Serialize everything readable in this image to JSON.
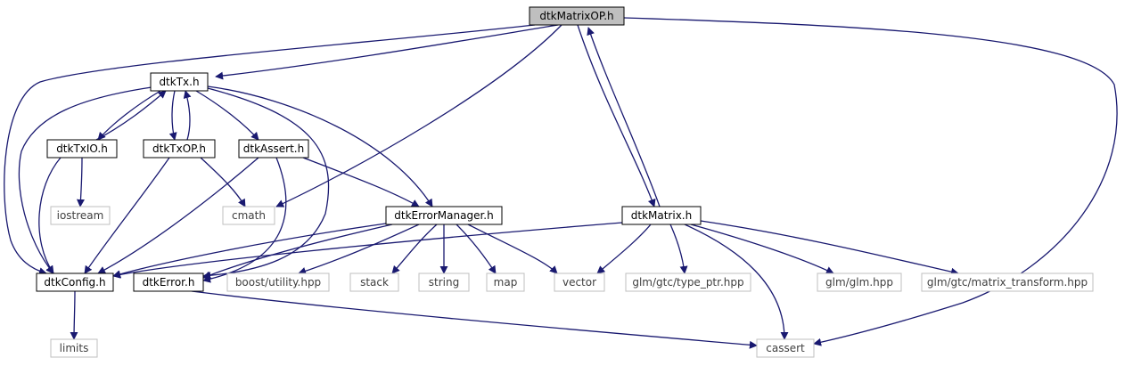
{
  "diagram": {
    "type": "include-dependency-graph",
    "colors": {
      "edge": "#191970",
      "focus_fill": "#bfbfbf",
      "local_border": "#000000",
      "external_border": "#bfbfbf",
      "local_text": "#000000",
      "external_text": "#404040",
      "background": "#ffffff"
    },
    "nodes": [
      {
        "id": "dtkMatrixOP",
        "label": "dtkMatrixOP.h",
        "kind": "focus"
      },
      {
        "id": "dtkTx",
        "label": "dtkTx.h",
        "kind": "local"
      },
      {
        "id": "dtkTxIO",
        "label": "dtkTxIO.h",
        "kind": "local"
      },
      {
        "id": "dtkTxOP",
        "label": "dtkTxOP.h",
        "kind": "local"
      },
      {
        "id": "dtkAssert",
        "label": "dtkAssert.h",
        "kind": "local"
      },
      {
        "id": "dtkErrorManager",
        "label": "dtkErrorManager.h",
        "kind": "local"
      },
      {
        "id": "dtkMatrix",
        "label": "dtkMatrix.h",
        "kind": "local"
      },
      {
        "id": "dtkConfig",
        "label": "dtkConfig.h",
        "kind": "local"
      },
      {
        "id": "dtkError",
        "label": "dtkError.h",
        "kind": "local"
      },
      {
        "id": "iostream",
        "label": "iostream",
        "kind": "external"
      },
      {
        "id": "cmath",
        "label": "cmath",
        "kind": "external"
      },
      {
        "id": "boost_utility",
        "label": "boost/utility.hpp",
        "kind": "external"
      },
      {
        "id": "stack",
        "label": "stack",
        "kind": "external"
      },
      {
        "id": "string",
        "label": "string",
        "kind": "external"
      },
      {
        "id": "map",
        "label": "map",
        "kind": "external"
      },
      {
        "id": "vector",
        "label": "vector",
        "kind": "external"
      },
      {
        "id": "glm_type_ptr",
        "label": "glm/gtc/type_ptr.hpp",
        "kind": "external"
      },
      {
        "id": "glm_glm",
        "label": "glm/glm.hpp",
        "kind": "external"
      },
      {
        "id": "glm_matrix_transform",
        "label": "glm/gtc/matrix_transform.hpp",
        "kind": "external"
      },
      {
        "id": "limits",
        "label": "limits",
        "kind": "external"
      },
      {
        "id": "cassert",
        "label": "cassert",
        "kind": "external"
      }
    ],
    "edges": [
      {
        "from": "dtkMatrixOP",
        "to": "dtkTx"
      },
      {
        "from": "dtkMatrixOP",
        "to": "dtkConfig"
      },
      {
        "from": "dtkMatrixOP",
        "to": "cmath"
      },
      {
        "from": "dtkMatrixOP",
        "to": "dtkMatrix"
      },
      {
        "from": "dtkMatrixOP",
        "to": "cassert"
      },
      {
        "from": "dtkMatrix",
        "to": "dtkMatrixOP"
      },
      {
        "from": "dtkTx",
        "to": "dtkTxIO"
      },
      {
        "from": "dtkTx",
        "to": "dtkTxOP"
      },
      {
        "from": "dtkTx",
        "to": "dtkAssert"
      },
      {
        "from": "dtkTx",
        "to": "dtkErrorManager"
      },
      {
        "from": "dtkTx",
        "to": "dtkConfig"
      },
      {
        "from": "dtkTx",
        "to": "dtkError"
      },
      {
        "from": "dtkTxIO",
        "to": "dtkTx"
      },
      {
        "from": "dtkTxOP",
        "to": "dtkTx"
      },
      {
        "from": "dtkTxIO",
        "to": "iostream"
      },
      {
        "from": "dtkTxIO",
        "to": "dtkConfig"
      },
      {
        "from": "dtkTxOP",
        "to": "cmath"
      },
      {
        "from": "dtkTxOP",
        "to": "dtkConfig"
      },
      {
        "from": "dtkAssert",
        "to": "dtkConfig"
      },
      {
        "from": "dtkAssert",
        "to": "dtkError"
      },
      {
        "from": "dtkAssert",
        "to": "dtkErrorManager"
      },
      {
        "from": "dtkErrorManager",
        "to": "dtkConfig"
      },
      {
        "from": "dtkErrorManager",
        "to": "dtkError"
      },
      {
        "from": "dtkErrorManager",
        "to": "boost_utility"
      },
      {
        "from": "dtkErrorManager",
        "to": "stack"
      },
      {
        "from": "dtkErrorManager",
        "to": "string"
      },
      {
        "from": "dtkErrorManager",
        "to": "map"
      },
      {
        "from": "dtkErrorManager",
        "to": "vector"
      },
      {
        "from": "dtkMatrix",
        "to": "dtkConfig"
      },
      {
        "from": "dtkMatrix",
        "to": "vector"
      },
      {
        "from": "dtkMatrix",
        "to": "glm_type_ptr"
      },
      {
        "from": "dtkMatrix",
        "to": "glm_glm"
      },
      {
        "from": "dtkMatrix",
        "to": "glm_matrix_transform"
      },
      {
        "from": "dtkMatrix",
        "to": "cassert"
      },
      {
        "from": "dtkConfig",
        "to": "limits"
      },
      {
        "from": "dtkError",
        "to": "cassert"
      }
    ]
  }
}
